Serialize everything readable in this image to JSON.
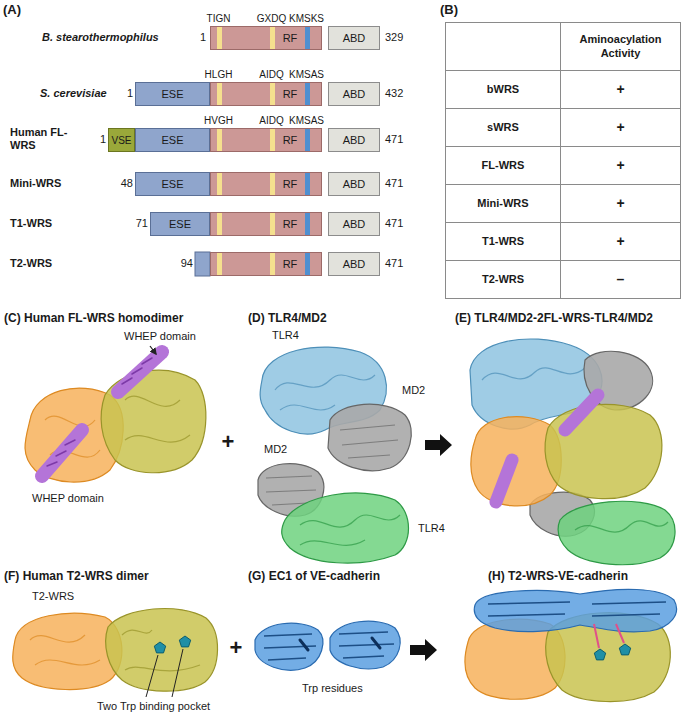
{
  "diagram": {
    "nodes": [
      {
        "text": [
          "RF"
        ]
      },
      {
        "text": [
          "ABD"
        ]
      },
      {
        "text": [
          "ESE"
        ]
      },
      {
        "text": [
          "RF"
        ]
      },
      {
        "text": [
          "ABD"
        ]
      },
      {
        "text": [
          "VSE"
        ]
      },
      {
        "text": [
          "ESE"
        ]
      },
      {
        "text": [
          "RF"
        ]
      },
      {
        "text": [
          "ABD"
        ]
      },
      {
        "text": [
          "ESE"
        ]
      },
      {
        "text": [
          "RF"
        ]
      },
      {
        "text": [
          "ABD"
        ]
      },
      {
        "text": [
          "ESE"
        ]
      },
      {
        "text": [
          "RF"
        ]
      },
      {
        "text": [
          "ABD"
        ]
      },
      {
        "text": [
          "RF"
        ]
      },
      {
        "text": [
          "ABD"
        ]
      }
    ],
    "labels": [
      "(A)",
      "B. stearothermophilus",
      "S. cerevisiae",
      "Human FL-WRS",
      "Mini-WRS",
      "T1-WRS",
      "T2-WRS",
      "1",
      "TIGN",
      "GXDQ",
      "KMSKS",
      "329",
      "1",
      "HLGH",
      "AIDQ",
      "KMSAS",
      "432",
      "1",
      "HVGH",
      "AIDQ",
      "KMSAS",
      "471",
      "48",
      "471",
      "71",
      "471",
      "94",
      "471",
      "(B)",
      "Aminoacylation Activity",
      "bWRS",
      "+",
      "sWRS",
      "+",
      "FL-WRS",
      "+",
      "Mini-WRS",
      "+",
      "T1-WRS",
      "+",
      "T2-WRS",
      "–",
      "(C) Human FL-WRS homodimer",
      "WHEP domain",
      "WHEP domain",
      "+",
      "(D) TLR4/MD2",
      "TLR4",
      "MD2",
      "MD2",
      "TLR4",
      "(E) TLR4/MD2-2FL-WRS-TLR4/MD2",
      "(F) Human T2-WRS dimer",
      "T2-WRS",
      "Two Trp binding pocket",
      "+",
      "(G) EC1 of VE-cadherin",
      "Trp residues",
      "(H) T2-WRS-VE-cadherin"
    ]
  }
}
